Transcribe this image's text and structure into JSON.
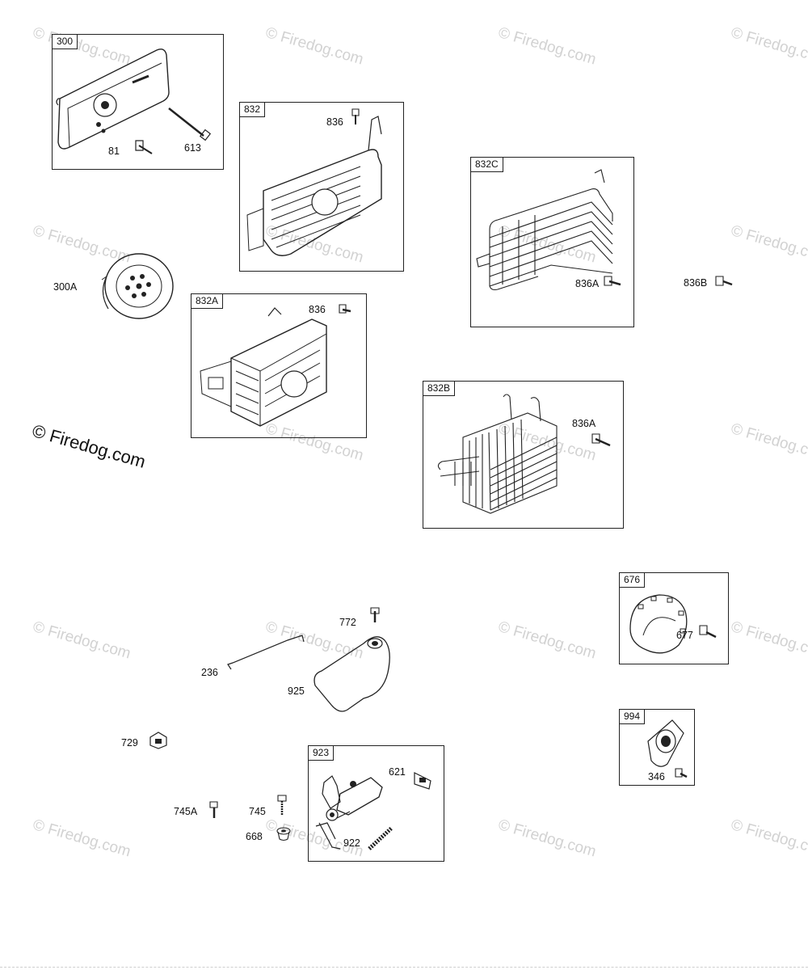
{
  "watermark": {
    "text": "© Firedog.com",
    "main_text": "© Firedog.com"
  },
  "boxes": {
    "b300": "300",
    "b832": "832",
    "b832a": "832A",
    "b832b": "832B",
    "b832c": "832C",
    "b676": "676",
    "b994": "994",
    "b923": "923"
  },
  "labels": {
    "l81": "81",
    "l613": "613",
    "l836_top": "836",
    "l300a": "300A",
    "l836_mid": "836",
    "l836a_c": "836A",
    "l836b": "836B",
    "l836a_b": "836A",
    "l677": "677",
    "l772": "772",
    "l236": "236",
    "l925": "925",
    "l729": "729",
    "l621": "621",
    "l745a": "745A",
    "l745": "745",
    "l668": "668",
    "l922": "922",
    "l346": "346"
  }
}
